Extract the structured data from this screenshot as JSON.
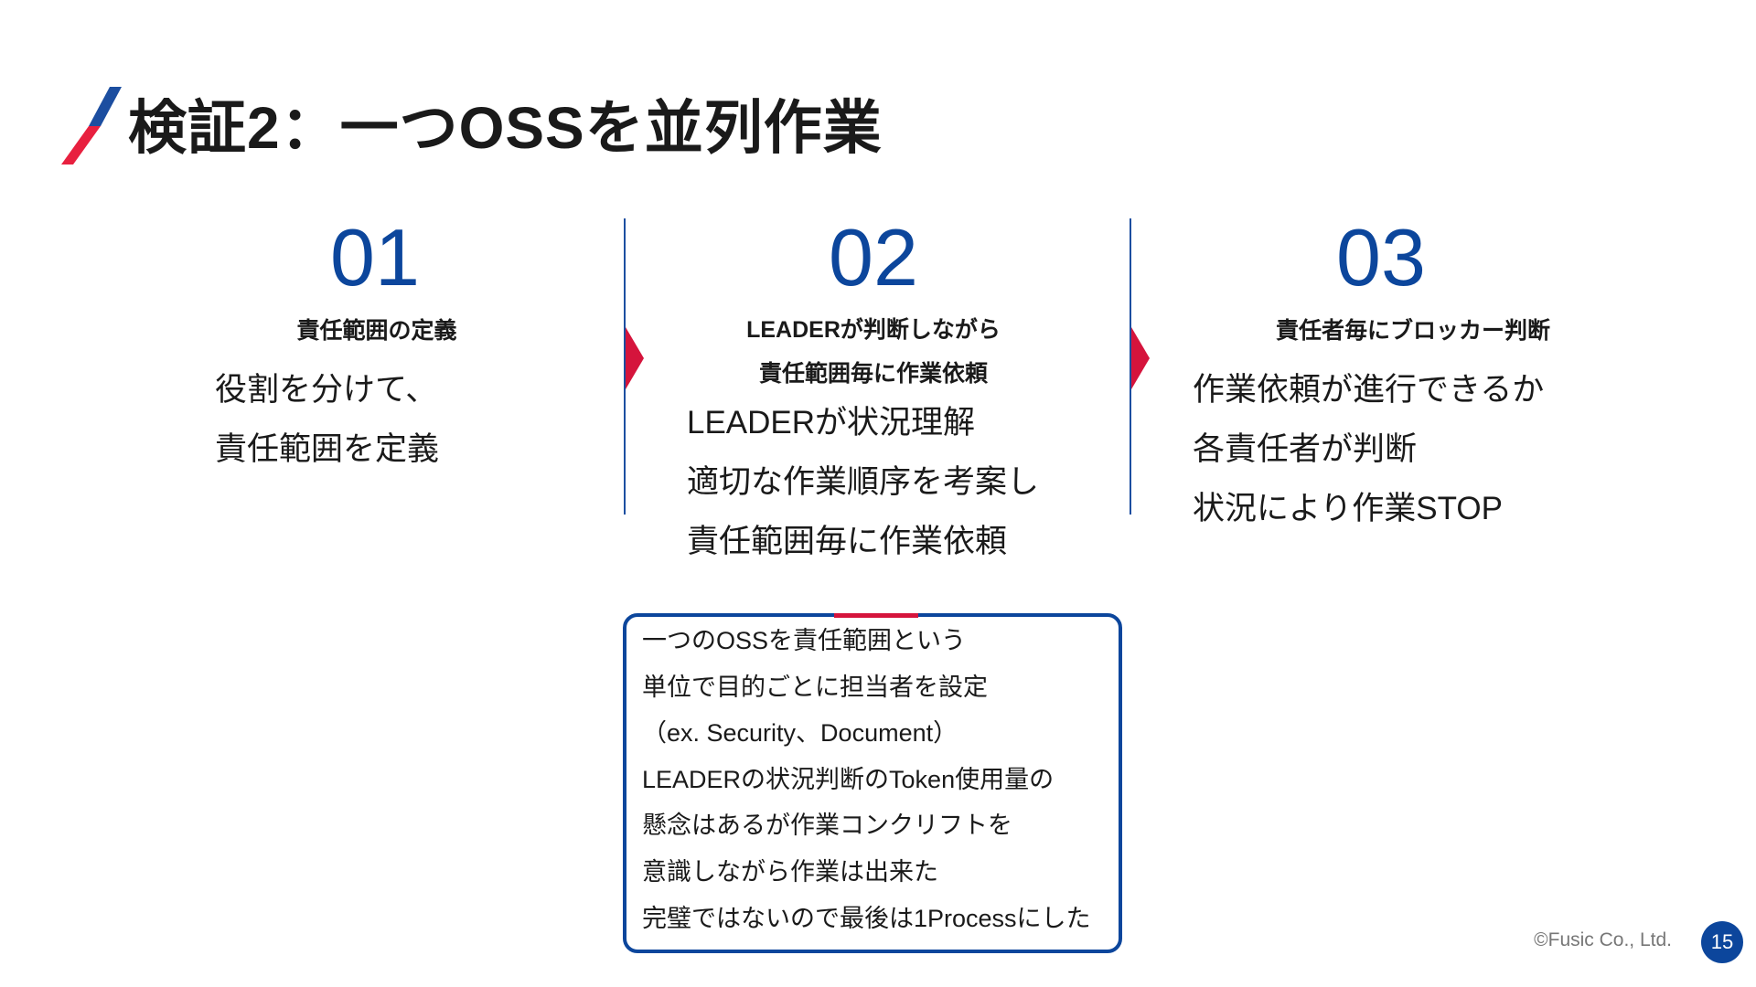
{
  "title": "検証2：一つOSSを並列作業",
  "colors": {
    "blue": "#0c469c",
    "red": "#d5143c"
  },
  "columns": [
    {
      "number": "01",
      "subtitle_lines": [
        "責任範囲の定義"
      ],
      "body_lines": [
        "役割を分けて、",
        "責任範囲を定義"
      ]
    },
    {
      "number": "02",
      "subtitle_lines": [
        "LEADERが判断しながら",
        "責任範囲毎に作業依頼"
      ],
      "body_lines": [
        "LEADERが状況理解",
        "適切な作業順序を考案し",
        "責任範囲毎に作業依頼"
      ]
    },
    {
      "number": "03",
      "subtitle_lines": [
        "責任者毎にブロッカー判断"
      ],
      "body_lines": [
        "作業依頼が進行できるか",
        "各責任者が判断",
        "状況により作業STOP"
      ]
    }
  ],
  "note": {
    "lines": [
      "一つのOSSを責任範囲という",
      "単位で目的ごとに担当者を設定",
      "（ex. Security、Document）",
      "LEADERの状況判断のToken使用量の",
      "懸念はあるが作業コンクリフトを",
      "意識しながら作業は出来た",
      "完璧ではないので最後は1Processにした"
    ]
  },
  "footer": {
    "copyright": "©Fusic Co., Ltd.",
    "page_number": "15"
  }
}
